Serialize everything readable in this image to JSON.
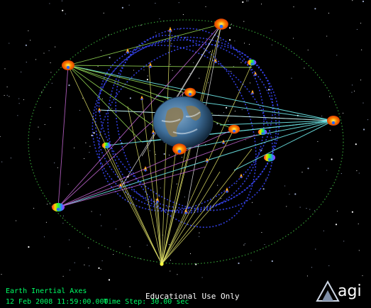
{
  "view": {
    "axes_label": "Earth Inertial Axes",
    "date_time": "12 Feb 2008 11:59:00.000",
    "time_step": "Time Step: 30.00 sec",
    "watermark": "Educational Use Only",
    "logo_text": "agi",
    "logo_icon": "agi-logo-icon"
  },
  "colors": {
    "background": "#000000",
    "hud_text": "#00ff66",
    "watermark_text": "#ffffff",
    "orbit_outer": "#38a838",
    "orbit_inner": "#3a48ff",
    "link_yellow": "#e6e66a",
    "link_cyan": "#6ee8e8",
    "link_green": "#9fe85a",
    "link_magenta": "#c86ad8",
    "link_white": "#f0f0f0",
    "earth_ocean": "#3f6f9a",
    "earth_land": "#8a7a55",
    "earth_cloud": "#e8eef4"
  }
}
